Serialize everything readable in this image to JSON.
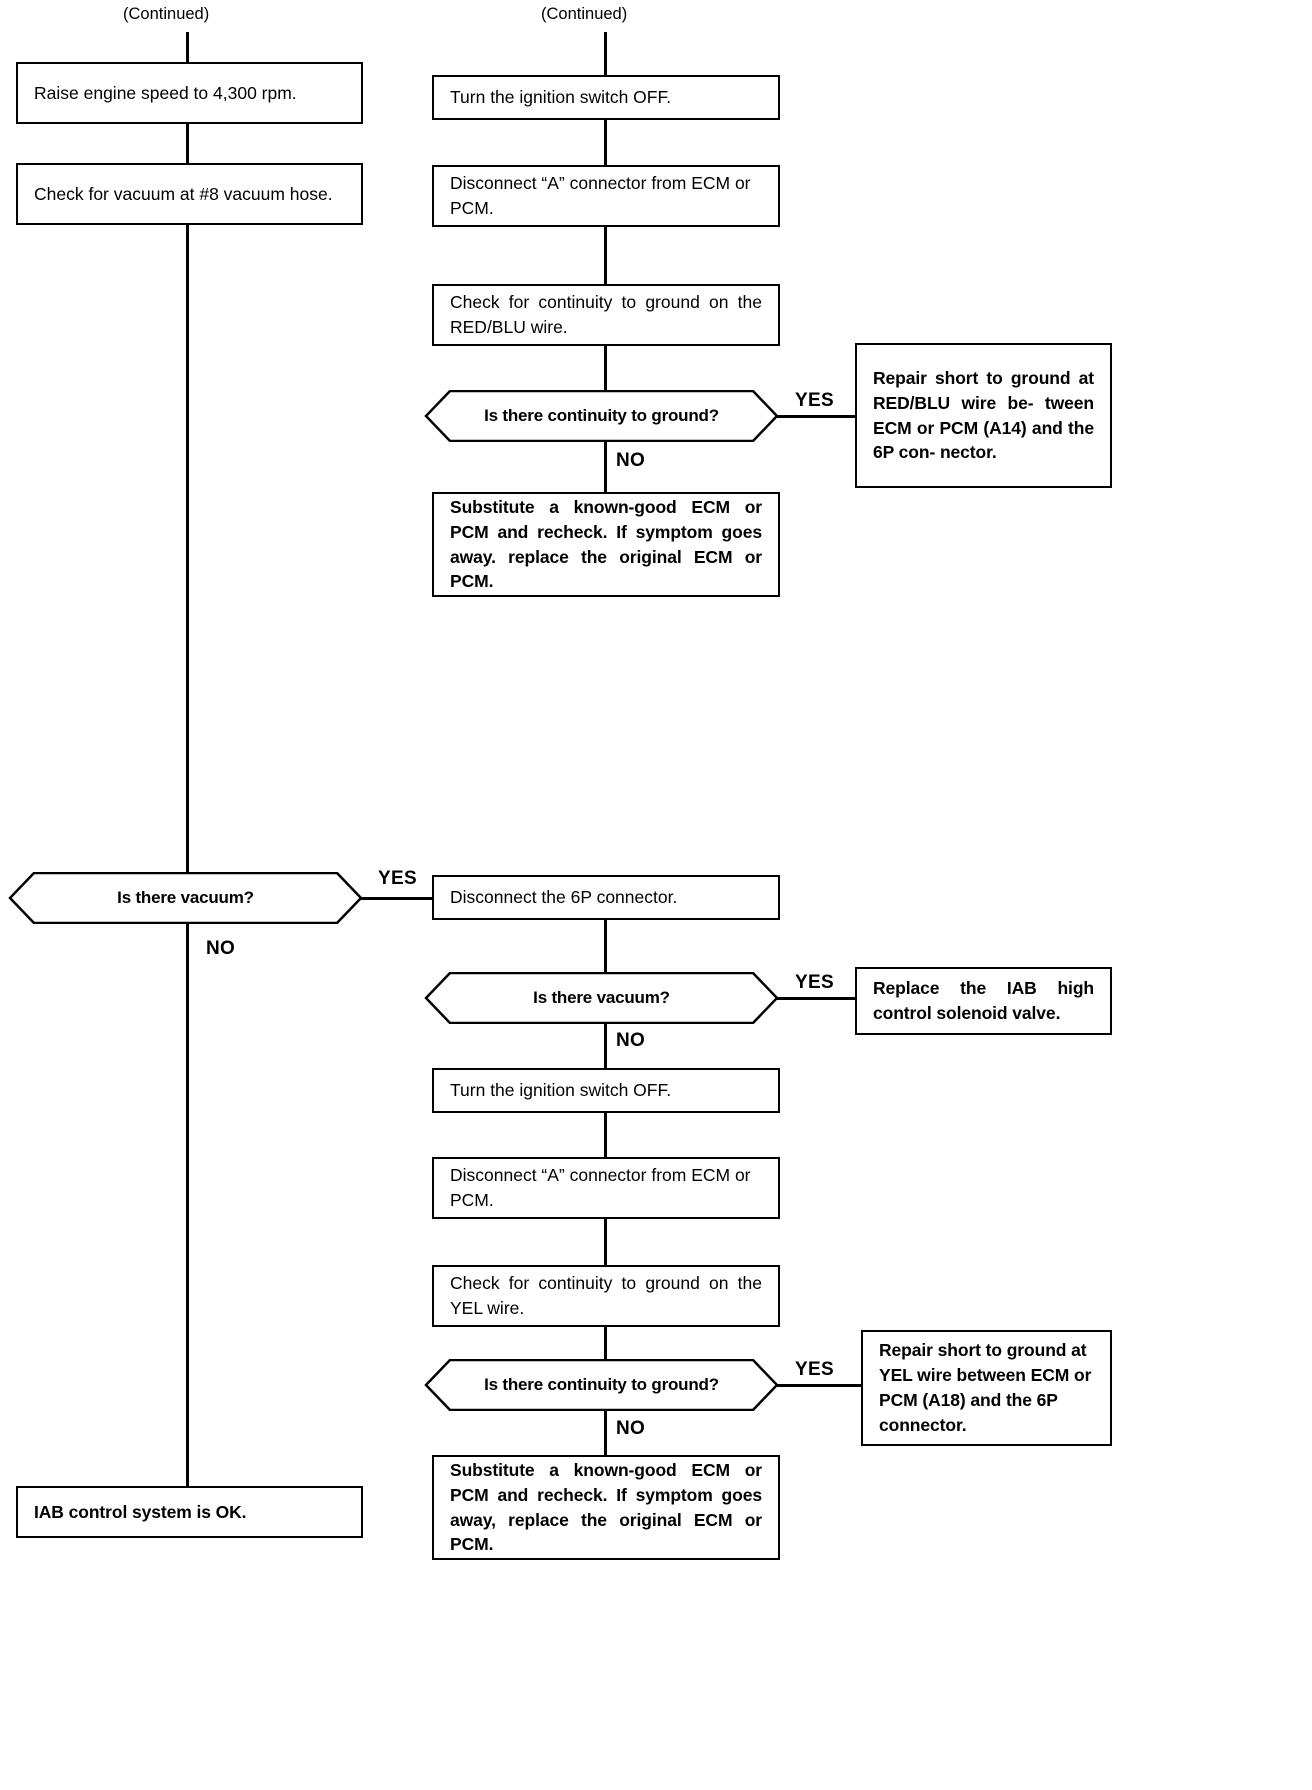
{
  "chart_meta": {
    "type": "flowchart",
    "title": "IAB control system troubleshooting flowchart",
    "orientation": "top-to-bottom"
  },
  "labels": {
    "continued_left": "(Continued)",
    "continued_right": "(Continued)",
    "yes": "YES",
    "no": "NO"
  },
  "left_column": {
    "step_raise_rpm": "Raise  engine  speed  to  4,300 rpm.",
    "step_check_vacuum": "Check for vacuum at #8 vacuum hose.",
    "decision_vacuum": "Is there vacuum?",
    "decision_vacuum_yes": "YES",
    "decision_vacuum_no": "NO",
    "result_ok": "IAB control system is OK."
  },
  "right_column_top": {
    "step_ignition_off": "Turn the ignition switch OFF.",
    "step_disconnect_a": "Disconnect “A” connector from ECM or PCM.",
    "step_check_continuity": "Check  for  continuity  to  ground on the RED/BLU wire.",
    "decision_continuity": "Is there continuity to ground?",
    "decision_continuity_yes": "YES",
    "decision_continuity_no": "NO",
    "repair_redblu": "Repair short to ground at RED/BLU wire be- tween ECM or PCM (A14) and the 6P con- nector.",
    "substitute_ecm": "Substitute a known-good ECM or PCM  and  recheck.  If  symptom goes away. replace the original ECM or PCM."
  },
  "right_column_bottom": {
    "step_disconnect_6p": "Disconnect the 6P connector.",
    "decision_vacuum2": "Is there vacuum?",
    "decision_vacuum2_yes": "YES",
    "decision_vacuum2_no": "NO",
    "replace_solenoid": "Replace  the  IAB  high control solenoid valve.",
    "step_ignition_off2": "Turn the ignition switch OFF.",
    "step_disconnect_a2": "Disconnect “A” connector from ECM or PCM.",
    "step_check_continuity2": "Check  for  continuity  to  ground on the YEL wire.",
    "decision_continuity2": "Is there continuity to ground?",
    "decision_continuity2_yes": "YES",
    "decision_continuity2_no": "NO",
    "repair_yel": "Repair short to ground at YEL wire between ECM or PCM (A18) and the 6P connector.",
    "substitute_ecm2": "Substitute a known-good ECM or PCM  and  recheck.  If  symptom goes away, replace the original ECM or PCM."
  },
  "colors": {
    "line": "#000000",
    "background": "#ffffff",
    "text": "#000000"
  }
}
